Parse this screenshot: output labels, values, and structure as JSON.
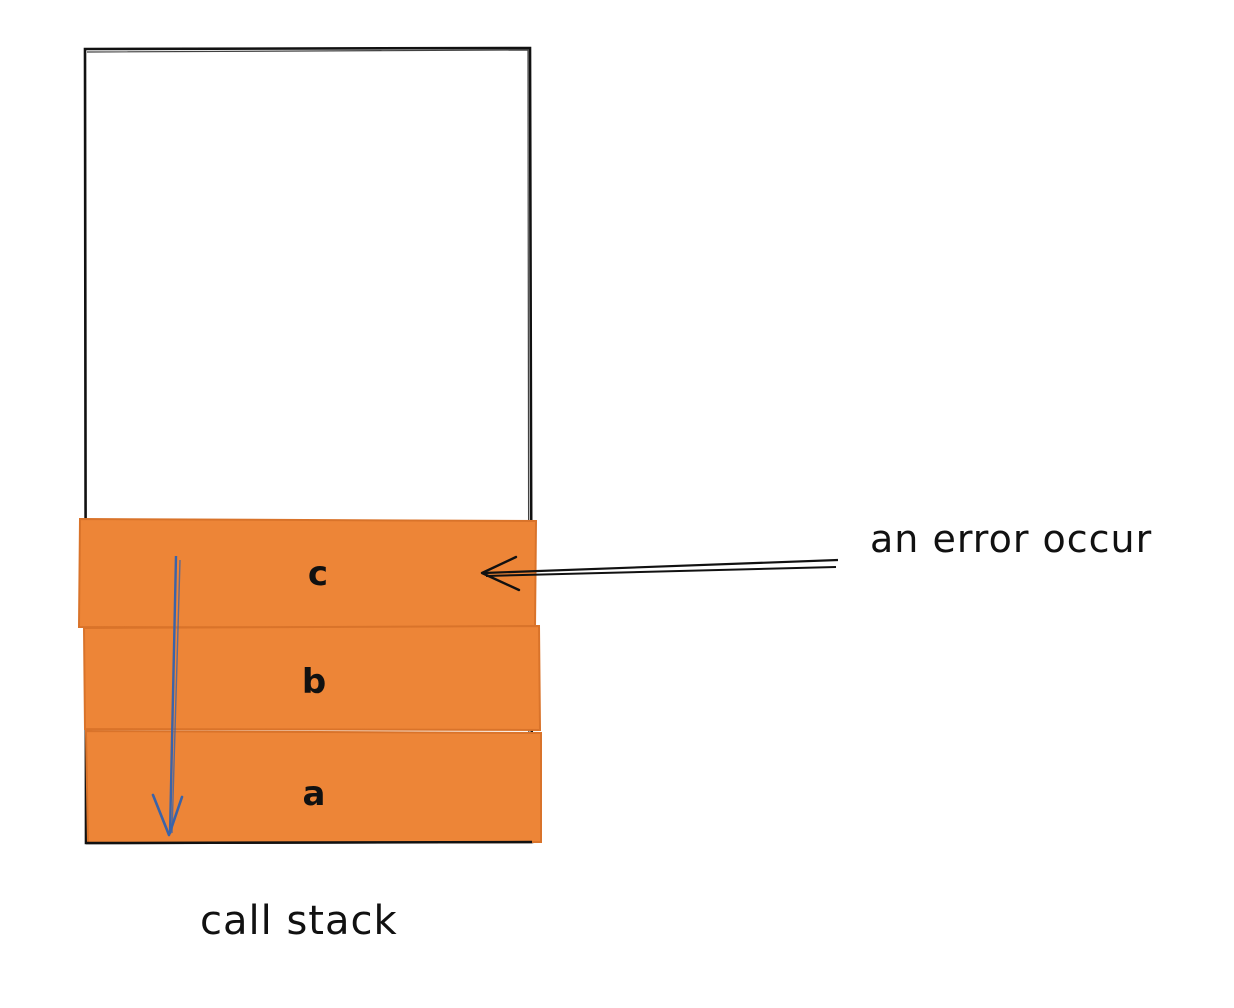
{
  "diagram": {
    "caption": "call stack",
    "annotation": "an error occur",
    "frames": [
      {
        "label": "c"
      },
      {
        "label": "b"
      },
      {
        "label": "a"
      }
    ],
    "colors": {
      "frame_fill": "#ED8537",
      "outline": "#111111",
      "unwind_arrow": "#3B63A8",
      "pointer_arrow": "#111111"
    },
    "icons": {
      "unwind_arrow": "down-arrow-icon",
      "pointer_arrow": "left-arrow-icon"
    }
  }
}
